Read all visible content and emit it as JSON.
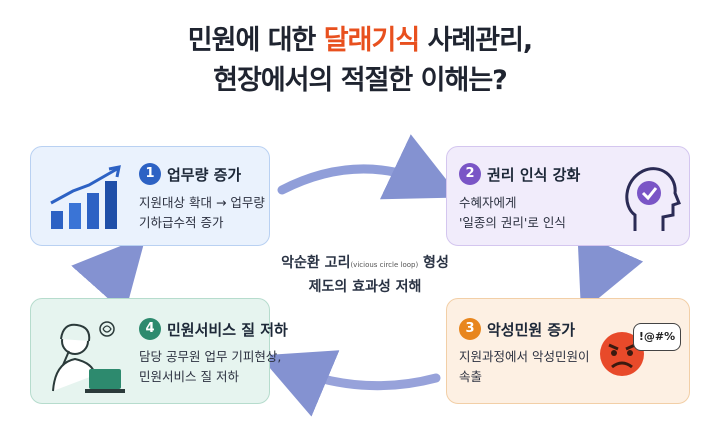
{
  "title": {
    "line1_a": "민원에 대한 ",
    "line1_highlight": "달래기식",
    "line1_b": " 사례관리,",
    "line2": "현장에서의 적절한 이해는?"
  },
  "cards": [
    {
      "num": "1",
      "head": "업무량 증가",
      "body": [
        "지원대상 확대 → 업무량",
        "기하급수적 증가"
      ]
    },
    {
      "num": "2",
      "head": "권리 인식 강화",
      "body": [
        "수혜자에게",
        "'일종의 권리'로 인식"
      ]
    },
    {
      "num": "3",
      "head": "악성민원 증가",
      "body": [
        "지원과정에서 악성민원이",
        "속출"
      ]
    },
    {
      "num": "4",
      "head": "민원서비스 질 저하",
      "body": [
        "담당 공무원 업무 기피현상,",
        "민원서비스 질 저하"
      ]
    }
  ],
  "center": {
    "line1_a": "악순환 고리",
    "line1_small": "(vicious circle loop)",
    "line1_b": " 형성",
    "line2": "제도의 효과성 저해"
  },
  "bubble_text": "!@#%",
  "colors": {
    "title_highlight": "#e8501e",
    "card1": "#2d62c4",
    "card2": "#7a55c6",
    "card3": "#e8861e",
    "card4": "#2d8a6e",
    "arrow": "#6f7fc9"
  },
  "icons": [
    "growth-chart-icon",
    "head-check-icon",
    "angry-face-icon",
    "stressed-worker-icon"
  ]
}
